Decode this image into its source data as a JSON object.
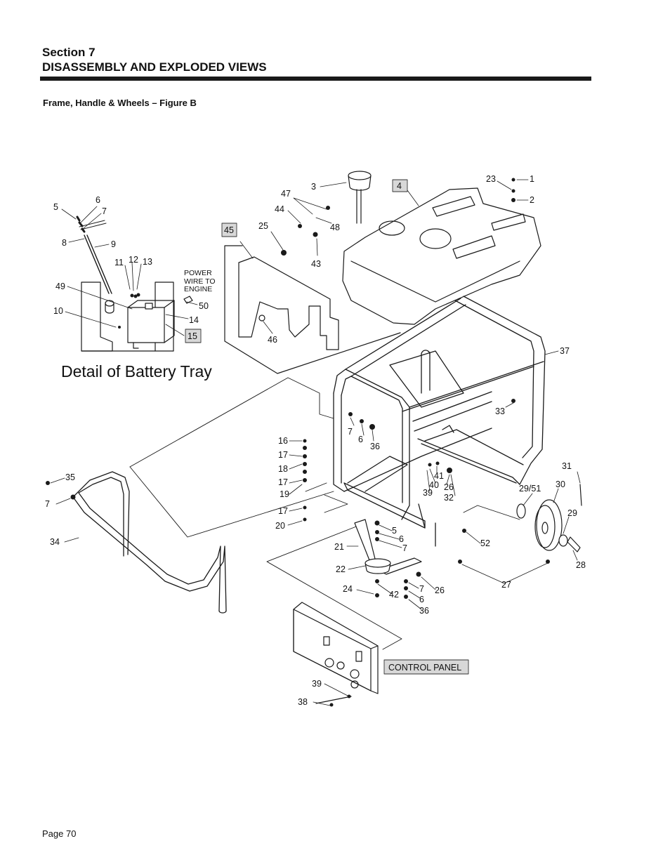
{
  "header": {
    "section": "Section 7",
    "title": "DISASSEMBLY AND EXPLODED VIEWS"
  },
  "figure": {
    "title": "Frame, Handle & Wheels – Figure B",
    "detail_title": "Detail of Battery Tray",
    "note_lines": [
      "POWER",
      "WIRE TO",
      "ENGINE"
    ],
    "control_panel_label": "CONTROL PANEL"
  },
  "boxed_callouts": [
    "4",
    "45",
    "15"
  ],
  "callouts": [
    "23",
    "1",
    "2",
    "3",
    "47",
    "44",
    "48",
    "25",
    "43",
    "46",
    "5",
    "6",
    "7",
    "8",
    "9",
    "11",
    "12",
    "13",
    "49",
    "10",
    "50",
    "14",
    "37",
    "33",
    "7",
    "6",
    "36",
    "16",
    "17",
    "18",
    "17",
    "19",
    "17",
    "20",
    "35",
    "7",
    "34",
    "41",
    "40",
    "26",
    "39",
    "32",
    "31",
    "29/51",
    "30",
    "29",
    "28",
    "52",
    "5",
    "6",
    "7",
    "21",
    "22",
    "24",
    "42",
    "26",
    "7",
    "6",
    "36",
    "27",
    "39",
    "38"
  ],
  "footer": {
    "page": "Page 70"
  }
}
